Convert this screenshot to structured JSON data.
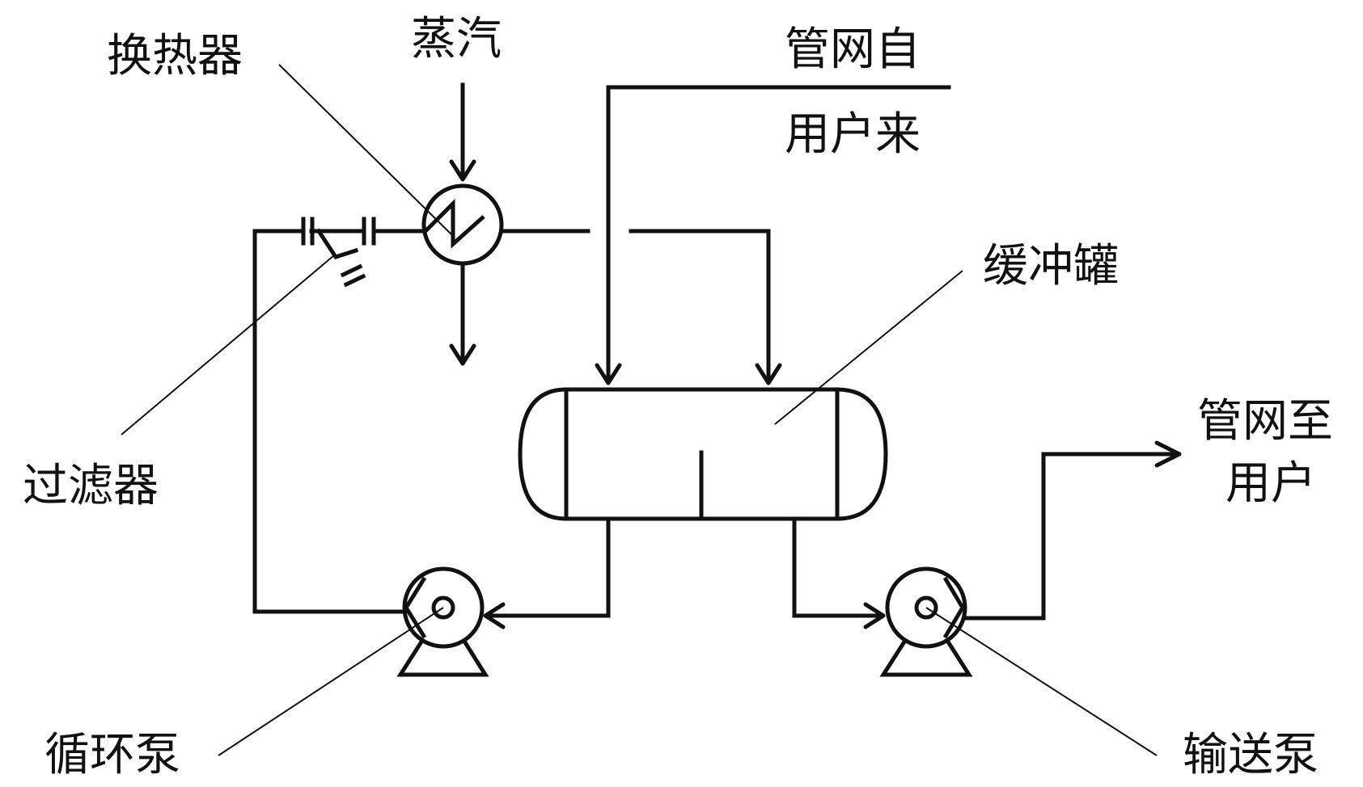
{
  "labels": {
    "heat_exchanger": "换热器",
    "steam": "蒸汽",
    "from_network_line1": "管网自",
    "from_network_line2": "用户来",
    "buffer_tank": "缓冲罐",
    "to_network_line1": "管网至",
    "to_network_line2": "用户",
    "filter": "过滤器",
    "circulation_pump": "循环泵",
    "delivery_pump": "输送泵"
  }
}
